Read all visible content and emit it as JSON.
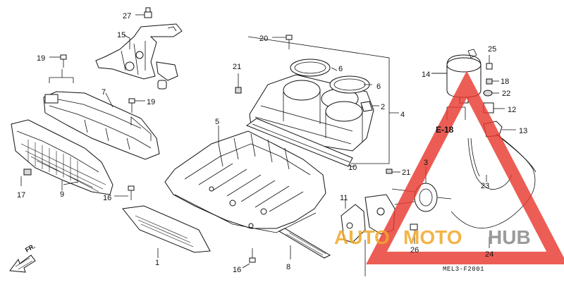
{
  "diagram": {
    "code": "MEL3-F2001",
    "direction_label": "FR.",
    "reference": "E-18",
    "part_numbers": {
      "p1": "1",
      "p2": "2",
      "p3": "3",
      "p4": "4",
      "p5": "5",
      "p6a": "6",
      "p6b": "6",
      "p7": "7",
      "p8": "8",
      "p9": "9",
      "p10": "10",
      "p11": "11",
      "p12": "12",
      "p13": "13",
      "p14": "14",
      "p15": "15",
      "p16a": "16",
      "p16b": "16",
      "p17": "17",
      "p18": "18",
      "p19a": "19",
      "p19b": "19",
      "p20": "20",
      "p21a": "21",
      "p21b": "21",
      "p22": "22",
      "p23": "23",
      "p24": "24",
      "p25": "25",
      "p26": "26",
      "p27": "27"
    }
  },
  "watermark": {
    "brand_part1": "AUTO",
    "brand_part2": "MOTO",
    "brand_part3": "HUB",
    "color_red": "#e8392f",
    "color_orange": "#f0a82a",
    "color_gray": "#8a8a8a"
  }
}
